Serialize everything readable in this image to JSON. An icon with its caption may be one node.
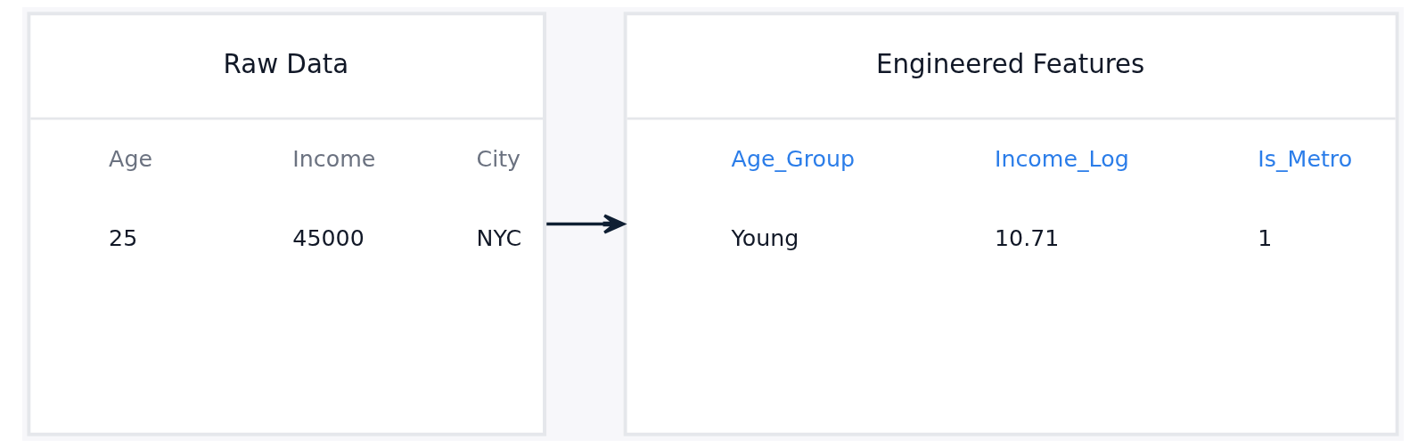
{
  "diagram": {
    "nodes": [
      {
        "text": [
          "Raw Data",
          "Age",
          "Income",
          "City",
          "25",
          "45000",
          "NYC"
        ]
      },
      {
        "text": [
          "Engineered Features",
          "Age_Group",
          "Income_Log",
          "Is_Metro",
          "Young",
          "10.71",
          "1"
        ]
      }
    ],
    "edges": [
      {
        "from": 0,
        "to": 1,
        "arrow": "to"
      }
    ]
  }
}
